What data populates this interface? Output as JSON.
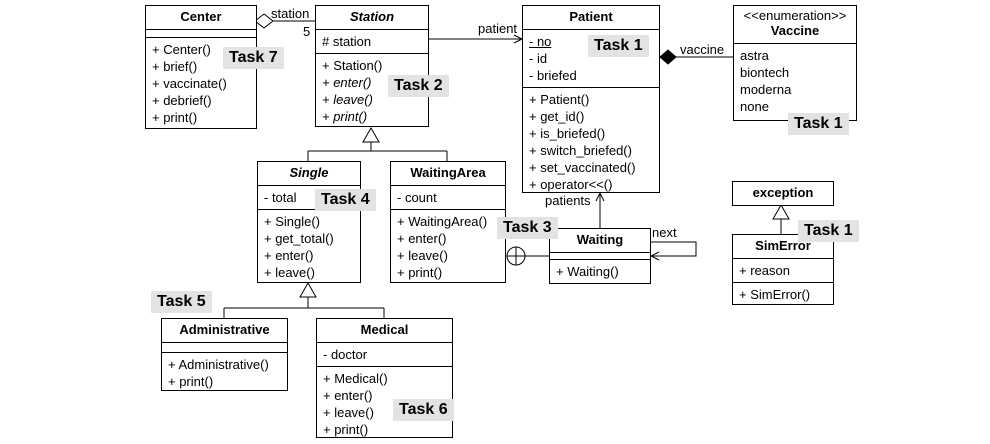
{
  "classes": {
    "center": {
      "name": "Center",
      "attributes": [],
      "operations": [
        "+ Center()",
        "+ brief()",
        "+ vaccinate()",
        "+ debrief()",
        "+ print()"
      ]
    },
    "station": {
      "name": "Station",
      "attributes": [
        "# station"
      ],
      "operations": [
        "+ Station()",
        "+ enter()",
        "+ leave()",
        "+ print()"
      ]
    },
    "patient": {
      "name": "Patient",
      "attributes": [
        "- no",
        "- id",
        "- briefed"
      ],
      "operations": [
        "+ Patient()",
        "+ get_id()",
        "+ is_briefed()",
        "+ switch_briefed()",
        "+ set_vaccinated()",
        "+ operator<<()"
      ]
    },
    "vaccine": {
      "stereotype": "<<enumeration>>",
      "name": "Vaccine",
      "values": [
        "astra",
        "biontech",
        "moderna",
        "none"
      ]
    },
    "single": {
      "name": "Single",
      "attributes": [
        "- total"
      ],
      "operations": [
        "+ Single()",
        "+ get_total()",
        "+ enter()",
        "+ leave()"
      ]
    },
    "waitingarea": {
      "name": "WaitingArea",
      "attributes": [
        "- count"
      ],
      "operations": [
        "+ WaitingArea()",
        "+ enter()",
        "+ leave()",
        "+ print()"
      ]
    },
    "waiting": {
      "name": "Waiting",
      "attributes": [],
      "operations": [
        "+ Waiting()"
      ]
    },
    "exception": {
      "name": "exception"
    },
    "simerror": {
      "name": "SimError",
      "attributes": [
        "+ reason"
      ],
      "operations": [
        "+ SimError()"
      ]
    },
    "administrative": {
      "name": "Administrative",
      "attributes": [],
      "operations": [
        "+ Administrative()",
        "+ print()"
      ]
    },
    "medical": {
      "name": "Medical",
      "attributes": [
        "- doctor"
      ],
      "operations": [
        "+ Medical()",
        "+ enter()",
        "+ leave()",
        "+ print()"
      ]
    }
  },
  "edge_labels": {
    "station_role": "station",
    "station_mult": "5",
    "patient_role": "patient",
    "vaccine_role": "vaccine",
    "patients_role": "patients",
    "next_role": "next"
  },
  "tasks": {
    "t1_patient": "Task 1",
    "t1_vaccine": "Task 1",
    "t1_simerror": "Task 1",
    "t2": "Task 2",
    "t3": "Task 3",
    "t4": "Task 4",
    "t5": "Task 5",
    "t6": "Task 6",
    "t7": "Task 7"
  }
}
